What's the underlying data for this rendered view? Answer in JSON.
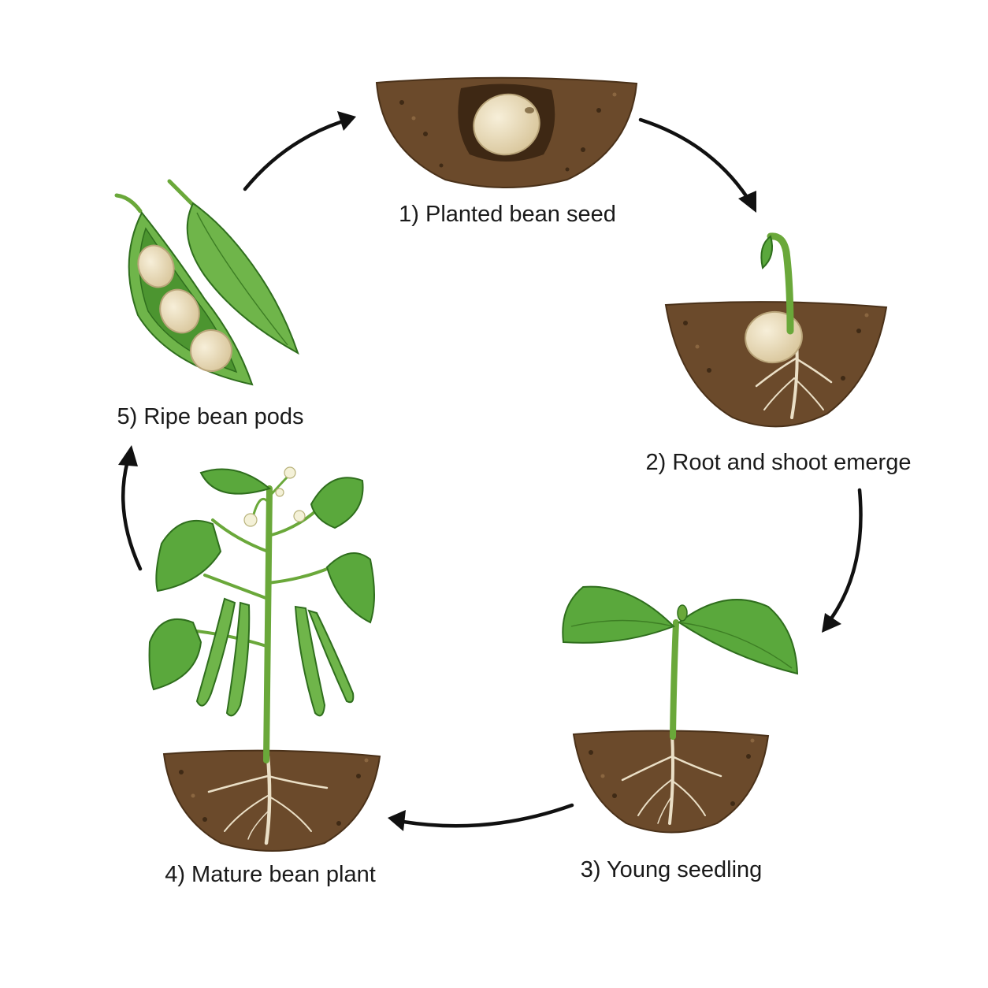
{
  "stages": [
    {
      "label": "1) Planted bean seed"
    },
    {
      "label": "2) Root and shoot emerge"
    },
    {
      "label": "3) Young seedling"
    },
    {
      "label": "4) Mature bean plant"
    },
    {
      "label": "5) Ripe bean pods"
    }
  ],
  "colors": {
    "soil": "#6b4a2b",
    "leaf": "#5aa83c",
    "seed": "#e9dcbc",
    "arrow": "#111111",
    "root": "#eadfc6"
  }
}
